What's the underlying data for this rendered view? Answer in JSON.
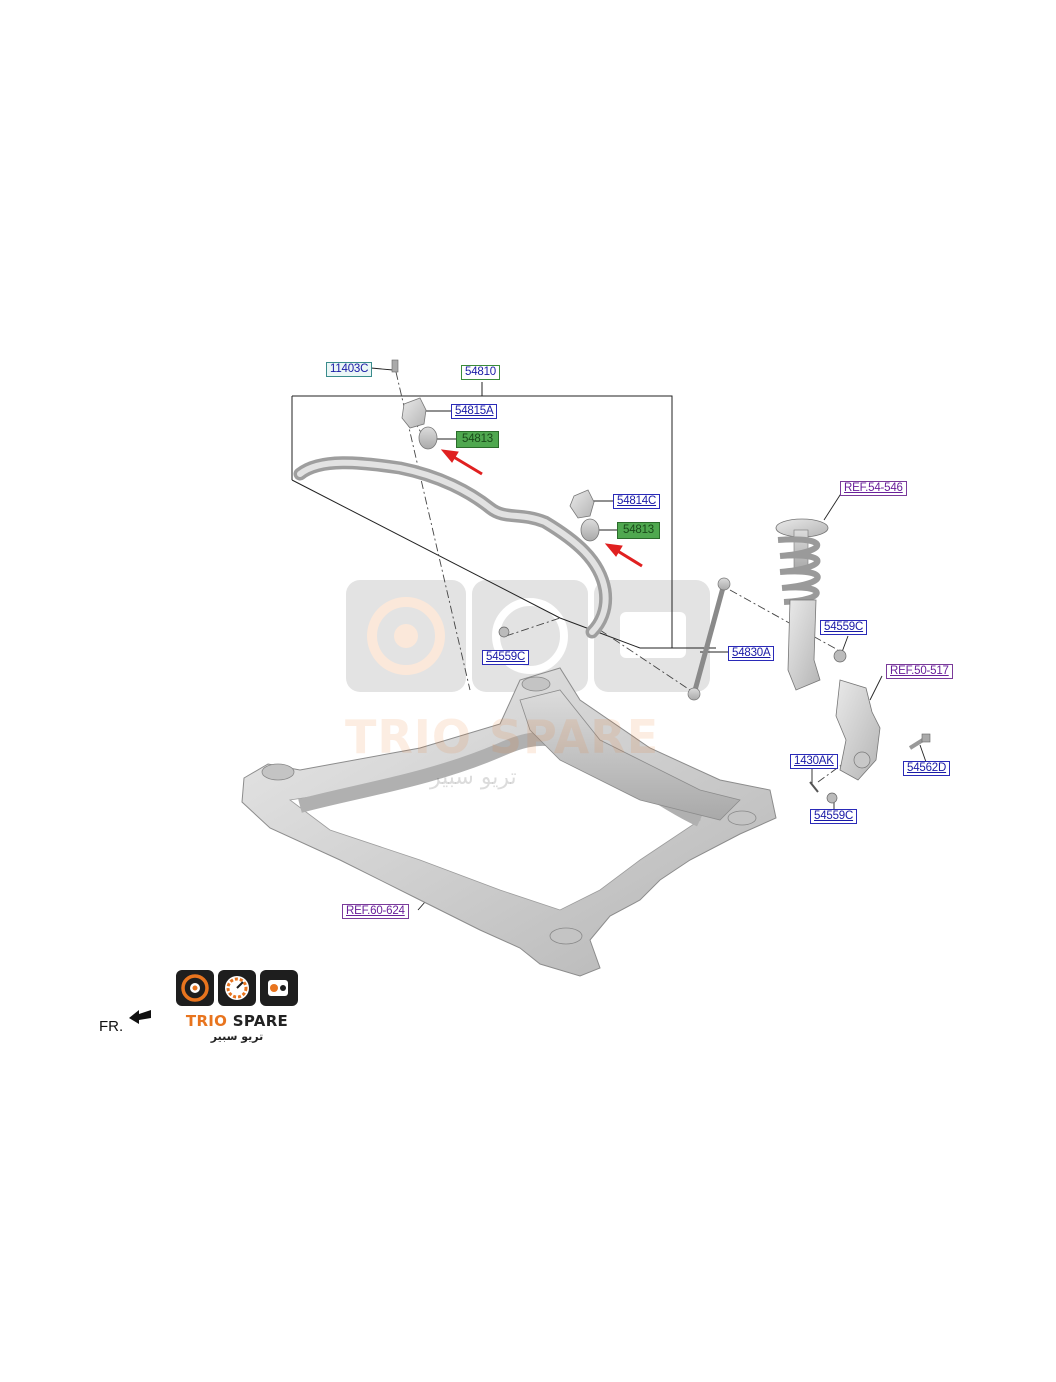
{
  "labels": {
    "p11403c": "11403C",
    "p54810": "54810",
    "p54815a": "54815A",
    "p54813_top": "54813",
    "p54814c": "54814C",
    "p54813_right": "54813",
    "ref_54_546": "REF.54-546",
    "p54559c_top": "54559C",
    "ref_50_517": "REF.50-517",
    "p54830a": "54830A",
    "p54559c_left": "54559C",
    "p1430ak": "1430AK",
    "p54562d": "54562D",
    "p54559c_bottom": "54559C",
    "ref_60_624": "REF.60-624"
  },
  "direction_label": "FR.",
  "brand": {
    "name_part1": "TRIO",
    "name_part2": "SPARE",
    "arabic": "تريو سبير",
    "accent_color": "#e8741e"
  },
  "colors": {
    "highlight_green": "#4fa84f",
    "arrow_red": "#e02020",
    "label_blue": "#1a1aa6",
    "label_purple": "#6a1f9a"
  }
}
